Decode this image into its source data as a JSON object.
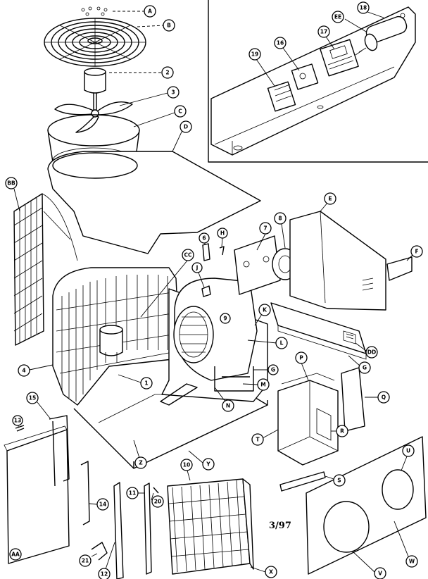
{
  "callouts": {
    "A": "A",
    "B": "B",
    "two": "2",
    "three": "3",
    "C": "C",
    "D": "D",
    "AA": "AA",
    "BB": "BB",
    "CC": "CC",
    "DD": "DD",
    "EE": "EE",
    "E": "E",
    "F": "F",
    "G": "G",
    "H": "H",
    "J": "J",
    "K": "K",
    "L": "L",
    "M": "M",
    "N": "N",
    "P": "P",
    "Q": "Q",
    "R": "R",
    "S": "S",
    "T": "T",
    "U": "U",
    "V": "V",
    "W": "W",
    "X": "X",
    "Y": "Y",
    "Z": "Z",
    "one": "1",
    "four": "4",
    "six": "6",
    "seven": "7",
    "eight": "8",
    "nine": "9",
    "ten": "10",
    "eleven": "11",
    "twelve": "12",
    "thirteen": "13",
    "fourteen": "14",
    "fifteen": "15",
    "sixteen": "16",
    "seventeen": "17",
    "eighteen": "18",
    "nineteen": "19",
    "twenty": "20",
    "twentyone": "21"
  },
  "date_code": "3/97"
}
